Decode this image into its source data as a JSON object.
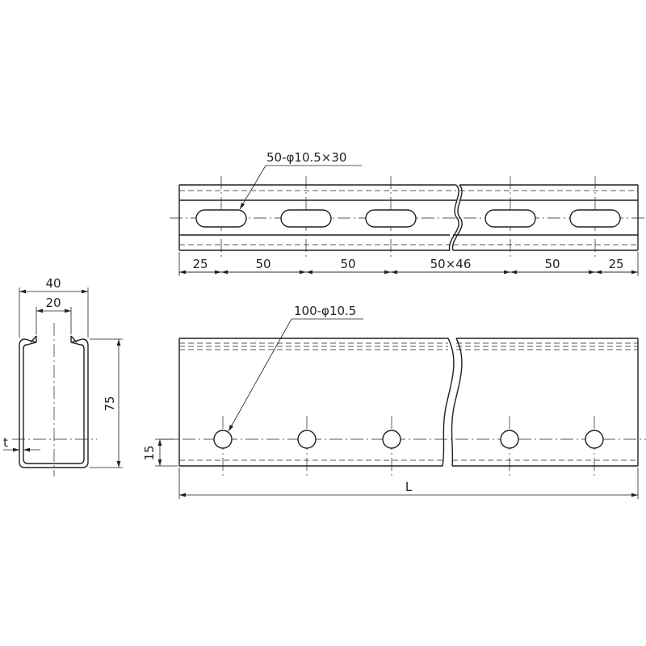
{
  "top_view": {
    "slot_callout": "50-φ10.5×30",
    "dims": [
      "25",
      "50",
      "50",
      "50×46",
      "50",
      "25"
    ]
  },
  "front_view": {
    "hole_callout": "100-φ10.5",
    "height_dim": "15",
    "length_dim": "L"
  },
  "section_view": {
    "width_outer": "40",
    "width_inner": "20",
    "height": "75",
    "thickness": "t"
  }
}
